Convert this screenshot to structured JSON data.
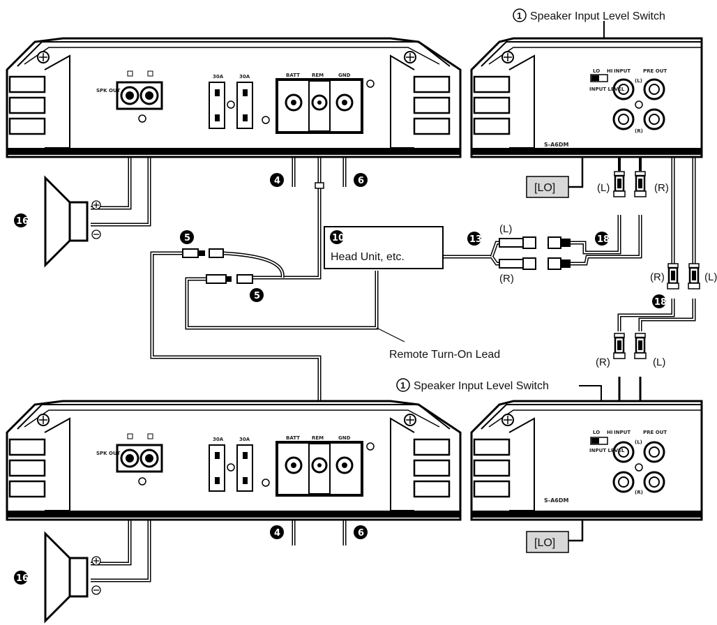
{
  "labels": {
    "speaker_input_level_switch": "Speaker Input Level Switch",
    "switch_num": "1",
    "lo": "[LO]",
    "head_unit": "Head Unit, etc.",
    "remote_lead": "Remote Turn-On Lead",
    "left": "(L)",
    "right": "(R)"
  },
  "amp": {
    "spk_out": "SPK OUT",
    "plus": "⊕",
    "minus": "⊖",
    "fuse": "30A",
    "batt": "BATT",
    "rem": "REM",
    "gnd": "GND"
  },
  "sub": {
    "model": "S-A6DM",
    "input": "INPUT",
    "pre_out": "PRE OUT",
    "input_level": "INPUT LEVEL",
    "lo": "LO",
    "hi": "HI",
    "l": "(L)",
    "r": "(R)"
  },
  "markers": {
    "n4": "4",
    "n5": "5",
    "n6": "6",
    "n10": "10",
    "n13": "13",
    "n16": "16",
    "n18": "18"
  }
}
